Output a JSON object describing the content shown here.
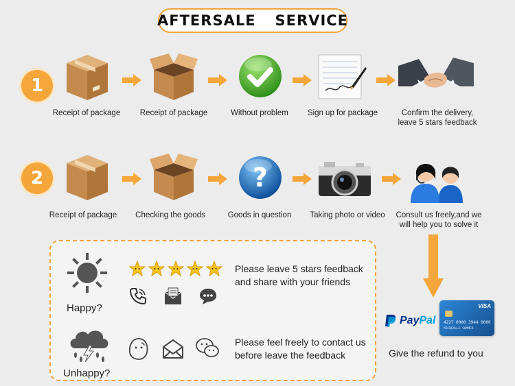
{
  "title": {
    "word1": "AFTERSALE",
    "word2": "SERVICE"
  },
  "row1": {
    "number": "1",
    "steps": [
      {
        "label": "Receipt of package",
        "icon": "closed-box-icon"
      },
      {
        "label": "Receipt of package",
        "icon": "open-box-icon"
      },
      {
        "label": "Without problem",
        "icon": "green-check-icon"
      },
      {
        "label": "Sign up for package",
        "icon": "signature-pen-icon"
      },
      {
        "label_line1": "Confirm the delivery,",
        "label_line2": "leave 5 stars feedback",
        "icon": "handshake-icon"
      }
    ]
  },
  "row2": {
    "number": "2",
    "steps": [
      {
        "label": "Receipt of package",
        "icon": "closed-box-icon"
      },
      {
        "label": "Checking the goods",
        "icon": "open-box-icon"
      },
      {
        "label": "Goods in question",
        "icon": "question-mark-icon"
      },
      {
        "label": "Taking photo or video",
        "icon": "camera-icon"
      },
      {
        "label_line1": "Consult us freely,and we",
        "label_line2": "will help you to solve it",
        "icon": "support-agents-icon"
      }
    ]
  },
  "happy": {
    "mood": "Happy?",
    "line1": "Please leave 5 stars feedback",
    "line2": "and share with your friends",
    "stars": 5
  },
  "unhappy": {
    "mood": "Unhappy?",
    "line1": "Please feel freely to contact us",
    "line2": "before leave the feedback"
  },
  "refund": {
    "paypal_a": "Pay",
    "paypal_b": "Pal",
    "card_brand": "VISA",
    "card_number": "4227 0000 3944 0000",
    "card_name": "MICHEALLE SUMMER",
    "label": "Give the refund to you"
  },
  "colors": {
    "accent": "#f5a63a",
    "paypal_dark": "#003087",
    "paypal_light": "#009cde",
    "card": "#1e6fb8"
  }
}
